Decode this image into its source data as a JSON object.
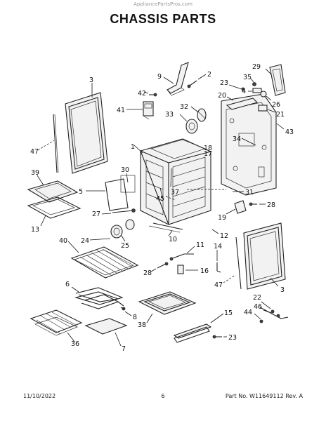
{
  "watermark": "AppliancePartsPros.com",
  "title": "CHASSIS PARTS",
  "footer": {
    "date": "11/10/2022",
    "page": "6",
    "part_no": "Part No. W11649112 Rev. A"
  },
  "callouts": [
    {
      "id": "c9",
      "text": "9"
    },
    {
      "id": "c2",
      "text": "2"
    },
    {
      "id": "c29",
      "text": "29"
    },
    {
      "id": "c35",
      "text": "35"
    },
    {
      "id": "c23a",
      "text": "23"
    },
    {
      "id": "c4",
      "text": "4"
    },
    {
      "id": "c3a",
      "text": "3"
    },
    {
      "id": "c42",
      "text": "42"
    },
    {
      "id": "c41",
      "text": "41"
    },
    {
      "id": "c32",
      "text": "32"
    },
    {
      "id": "c33",
      "text": "33"
    },
    {
      "id": "c20",
      "text": "20"
    },
    {
      "id": "c26",
      "text": "26"
    },
    {
      "id": "c21",
      "text": "21"
    },
    {
      "id": "c43",
      "text": "43"
    },
    {
      "id": "c34",
      "text": "34"
    },
    {
      "id": "c47a",
      "text": "47"
    },
    {
      "id": "c1",
      "text": "1"
    },
    {
      "id": "c18",
      "text": "18"
    },
    {
      "id": "c17",
      "text": "17"
    },
    {
      "id": "c30",
      "text": "30"
    },
    {
      "id": "c39",
      "text": "39"
    },
    {
      "id": "c37",
      "text": "37"
    },
    {
      "id": "c5",
      "text": "5"
    },
    {
      "id": "c45",
      "text": "45"
    },
    {
      "id": "c31",
      "text": "31"
    },
    {
      "id": "c28a",
      "text": "28"
    },
    {
      "id": "c19",
      "text": "19"
    },
    {
      "id": "c27",
      "text": "27"
    },
    {
      "id": "c13",
      "text": "13"
    },
    {
      "id": "c12",
      "text": "12"
    },
    {
      "id": "c10",
      "text": "10"
    },
    {
      "id": "c24",
      "text": "24"
    },
    {
      "id": "c40",
      "text": "40"
    },
    {
      "id": "c25",
      "text": "25"
    },
    {
      "id": "c11",
      "text": "11"
    },
    {
      "id": "c14",
      "text": "14"
    },
    {
      "id": "c28b",
      "text": "28"
    },
    {
      "id": "c16",
      "text": "16"
    },
    {
      "id": "c47b",
      "text": "47"
    },
    {
      "id": "c3b",
      "text": "3"
    },
    {
      "id": "c6",
      "text": "6"
    },
    {
      "id": "c22",
      "text": "22"
    },
    {
      "id": "c46",
      "text": "46"
    },
    {
      "id": "c44",
      "text": "44"
    },
    {
      "id": "c8",
      "text": "8"
    },
    {
      "id": "c15",
      "text": "15"
    },
    {
      "id": "c38",
      "text": "38"
    },
    {
      "id": "c36",
      "text": "36"
    },
    {
      "id": "c7",
      "text": "7"
    },
    {
      "id": "c23b",
      "text": "23"
    }
  ]
}
